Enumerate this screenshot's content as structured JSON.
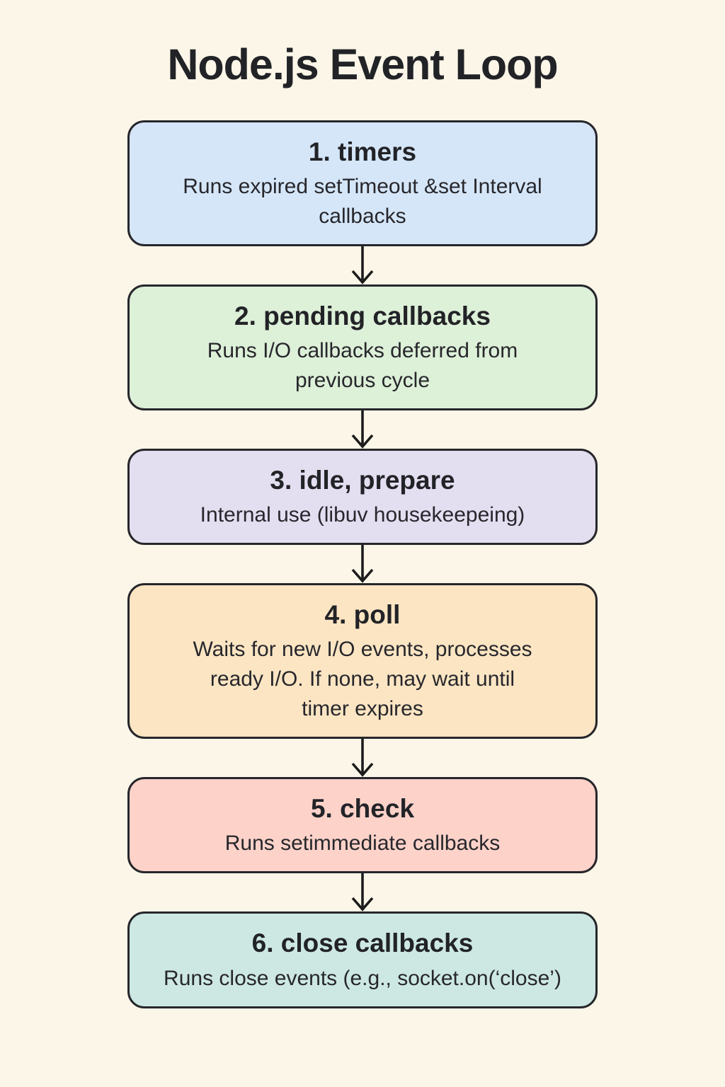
{
  "page": {
    "title": "Node.js Event Loop",
    "background_color": "#fbf6e8",
    "border_color": "#26262b",
    "text_color": "#26262b",
    "arrow_color": "#1c1c1c"
  },
  "diagram": {
    "type": "flowchart",
    "direction": "top-down",
    "steps": [
      {
        "heading": "1. timers",
        "description": "Runs expired setTimeout &set Interval\ncallbacks",
        "color": "#d5e6f8"
      },
      {
        "heading": "2. pending callbacks",
        "description": "Runs I/O callbacks deferred from\nprevious cycle",
        "color": "#ddf0d8"
      },
      {
        "heading": "3. idle, prepare",
        "description": "Internal use (libuv housekeepeing)",
        "color": "#e4def1"
      },
      {
        "heading": "4. poll",
        "description": "Waits for new I/O events, processes\nready I/O. If none, may wait until\ntimer expires",
        "color": "#fbe5c3"
      },
      {
        "heading": "5. check",
        "description": "Runs setimmediate callbacks",
        "color": "#fcd2c9"
      },
      {
        "heading": "6. close callbacks",
        "description": "Runs close events (e.g., socket.on(‘close’)",
        "color": "#cde8e2"
      }
    ]
  }
}
